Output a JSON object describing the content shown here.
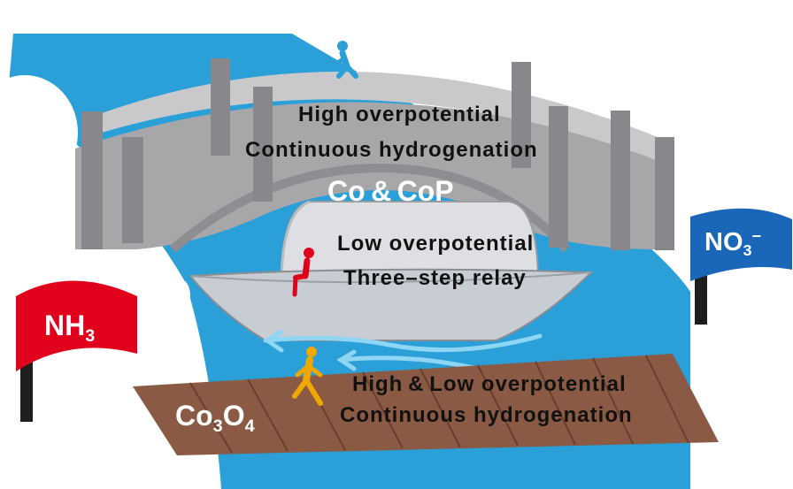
{
  "bridge": {
    "line1": "High overpotential",
    "line2": "Continuous hydrogenation",
    "material": "Co & CoP"
  },
  "boat": {
    "line1": "Low overpotential",
    "line2": "Three–step relay"
  },
  "plank": {
    "line1": "High & Low overpotential",
    "line2": "Continuous  hydrogenation",
    "material_base": "Co",
    "material_sub1": "3",
    "material_mid": "O",
    "material_sub2": "4"
  },
  "flag_left": {
    "base": "NH",
    "sub": "3",
    "color": "#e0001b"
  },
  "flag_right": {
    "base": "NO",
    "sub": "3",
    "sup": "−",
    "color": "#1a66b8"
  },
  "colors": {
    "river": "#2a9fd8",
    "bridge": "#a7a7aa",
    "plank": "#8a5a44",
    "walker_top": "#2a9fd8",
    "walker_plank": "#f0a800",
    "rower": "#e0001b",
    "material_text": "#ffffff"
  }
}
